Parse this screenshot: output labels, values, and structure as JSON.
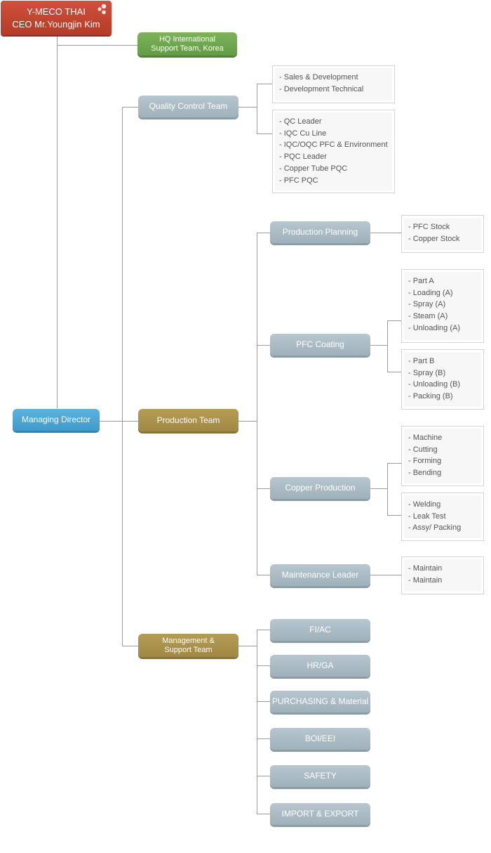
{
  "ceo": {
    "company": "Y-MECO THAI",
    "name": "CEO Mr.Youngjin Kim",
    "logo_icon": "molecule-icon"
  },
  "hq": {
    "line1": "HQ International",
    "line2": "Support Team, Korea"
  },
  "managing_director": "Managing Director",
  "quality_control": {
    "label": "Quality Control Team",
    "box1": [
      "- Sales & Development",
      "- Development Technical"
    ],
    "box2": [
      "- QC Leader",
      "- IQC Cu Line",
      "- IQC/OQC PFC & Environment",
      "- PQC Leader",
      "- Copper Tube PQC",
      "- PFC PQC"
    ]
  },
  "production": {
    "label": "Production Team",
    "planning": {
      "label": "Production Planning",
      "box": [
        "- PFC Stock",
        "- Copper Stock"
      ]
    },
    "pfc": {
      "label": "PFC Coating",
      "box1": [
        "- Part A",
        "- Loading (A)",
        "- Spray (A)",
        "- Steam (A)",
        "- Unloading (A)"
      ],
      "box2": [
        "- Part B",
        "- Spray (B)",
        "- Unloading (B)",
        "- Packing (B)"
      ]
    },
    "copper": {
      "label": "Copper Production",
      "box1": [
        "- Machine",
        "- Cutting",
        "- Forming",
        "- Bending"
      ],
      "box2": [
        "- Welding",
        "- Leak Test",
        "- Assy/ Packing"
      ]
    },
    "maintenance": {
      "label": "Maintenance Leader",
      "box": [
        "- Maintain",
        "- Maintain"
      ]
    }
  },
  "management": {
    "line1": "Management &",
    "line2": "Support Team",
    "depts": [
      "FI/AC",
      "HR/GA",
      "PURCHASING & Material",
      "BOI/EEI",
      "SAFETY",
      "IMPORT & EXPORT"
    ]
  },
  "colors": {
    "ceo": "#c0432f",
    "hq": "#6fa84f",
    "director": "#4aa7d6",
    "team": "#a89050",
    "sub": "#a9bac4",
    "line": "#9a9a9a"
  }
}
